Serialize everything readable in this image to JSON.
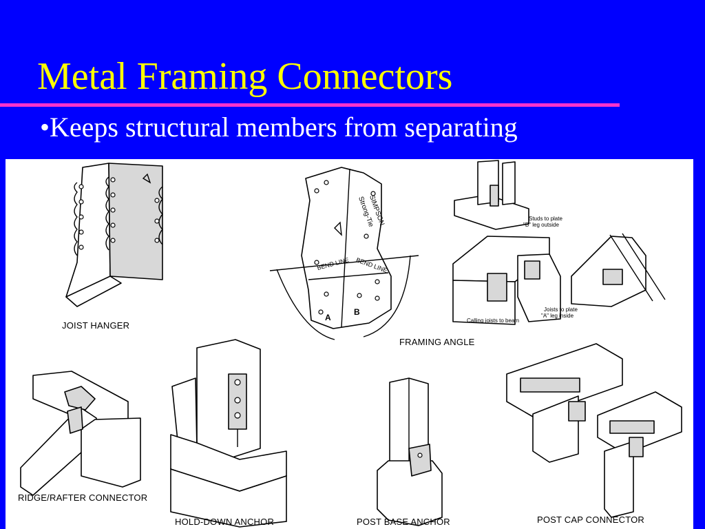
{
  "slide": {
    "title": "Metal Framing Connectors",
    "bullet": "•Keeps structural members from separating"
  },
  "figure": {
    "labels": {
      "joist_hanger": "JOIST HANGER",
      "framing_angle": "FRAMING ANGLE",
      "ridge_rafter": "RIDGE/RAFTER CONNECTOR",
      "hold_down": "HOLD-DOWN ANCHOR",
      "post_base": "POST BASE ANCHOR",
      "post_cap": "POST CAP CONNECTOR"
    },
    "angle_marks": {
      "brand_line1": "SIMPSON",
      "brand_line2": "Strong-Tie",
      "bend_line_left": "BEND LINE",
      "bend_line_right": "BEND LINE",
      "leg_a": "A",
      "leg_b": "B"
    },
    "notes": {
      "studs_line1": "Studs to plate",
      "studs_line2": "\"B\" leg outside",
      "joists_line1": "Joists to plate",
      "joists_line2": "\"A\" leg inside",
      "calling": "Calling joists to beam"
    }
  },
  "colors": {
    "background": "#0000ff",
    "title": "#ffff00",
    "rule": "#ff33cc",
    "bullet": "#ffffff"
  }
}
